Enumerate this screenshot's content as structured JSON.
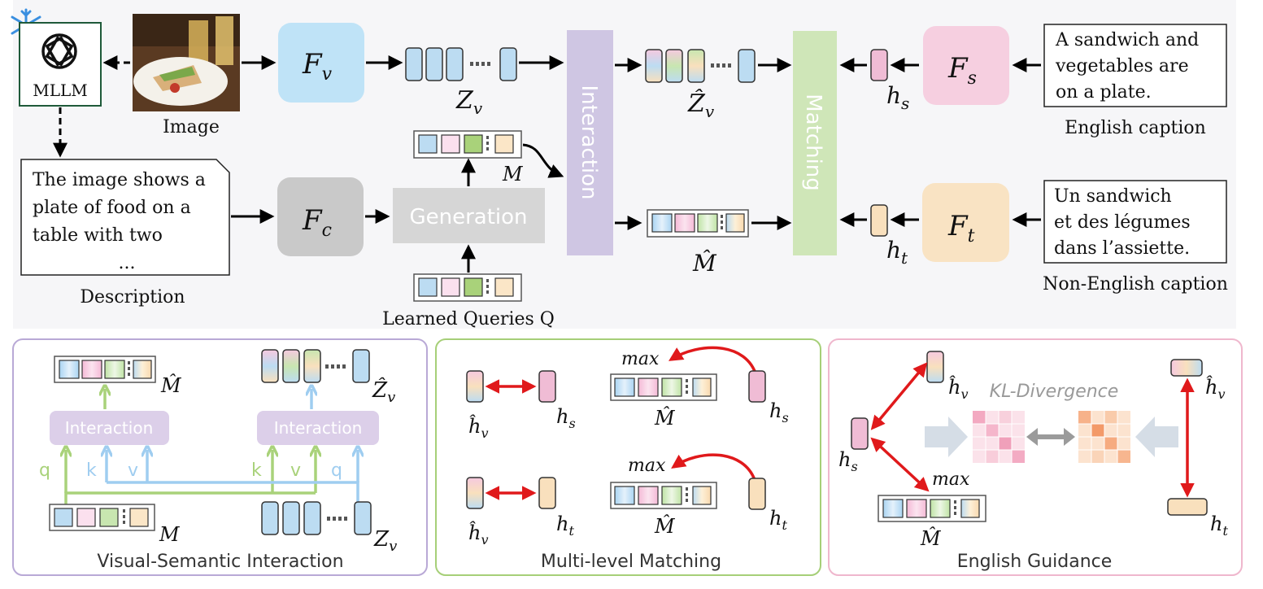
{
  "top": {
    "mllm_label": "MLLM",
    "image_label": "Image",
    "description_label": "Description",
    "description_lines": [
      "The image shows a",
      "plate of food on a",
      "table with two",
      "..."
    ],
    "learned_queries_label": "Learned Queries Q",
    "generation_label": "Generation",
    "interaction_label": "Interaction",
    "matching_label": "Matching",
    "english_caption_lines": [
      "A sandwich and",
      "vegetables are",
      "on a plate."
    ],
    "english_caption_label": "English caption",
    "non_english_caption_lines": [
      "Un sandwich",
      "et des légumes",
      "dans l’assiette."
    ],
    "non_english_caption_label": "Non-English caption",
    "fv": "F",
    "fv_sub": "v",
    "fc": "F",
    "fc_sub": "c",
    "fs": "F",
    "fs_sub": "s",
    "ft": "F",
    "ft_sub": "t",
    "zv": "Z",
    "zv_sub": "v",
    "zv_hat": "Ẑ",
    "zv_hat_sub": "v",
    "m": "M",
    "m_hat": "M̂",
    "hs": "h",
    "hs_sub": "s",
    "ht": "h",
    "ht_sub": "t"
  },
  "panels": {
    "vsi": {
      "caption": "Visual-Semantic Interaction",
      "interaction_left": "Interaction",
      "interaction_right": "Interaction",
      "q": "q",
      "k": "k",
      "v": "v",
      "m_hat": "M̂",
      "zv_hat": "Ẑ",
      "zv_hat_sub": "v",
      "m": "M",
      "zv": "Z",
      "zv_sub": "v"
    },
    "mlm": {
      "caption": "Multi-level Matching",
      "max_top": "max",
      "max_bottom": "max",
      "hv": "ĥ",
      "hv_sub": "v",
      "hs": "h",
      "hs_sub": "s",
      "ht": "h",
      "ht_sub": "t",
      "m_hat": "M̂"
    },
    "eg": {
      "caption": "English Guidance",
      "kl": "KL-Divergence",
      "max": "max",
      "hv": "ĥ",
      "hv_sub": "v",
      "hs": "h",
      "hs_sub": "s",
      "ht": "h",
      "ht_sub": "t",
      "m_hat": "M̂"
    }
  },
  "colors": {
    "fv": "#bfe3f7",
    "fc": "#c9c9c9",
    "fs": "#f6cfe0",
    "ft": "#f9e3c3",
    "generation": "#d6d6d6",
    "interaction": "#cfc6e3",
    "matching": "#cfe6b8",
    "token_blue": "#bcdcf2",
    "token_pink": "#f5c9df",
    "token_green": "#c8e6b0",
    "token_orange": "#f9e0bd",
    "red_arrow": "#e0191b",
    "q_green": "#a9d27a",
    "kv_blue": "#9fcdf0",
    "panel1_border": "#b9a9d6",
    "panel2_border": "#a6cf78",
    "panel3_border": "#efb7cd",
    "top_bg": "#f6f6f8"
  }
}
